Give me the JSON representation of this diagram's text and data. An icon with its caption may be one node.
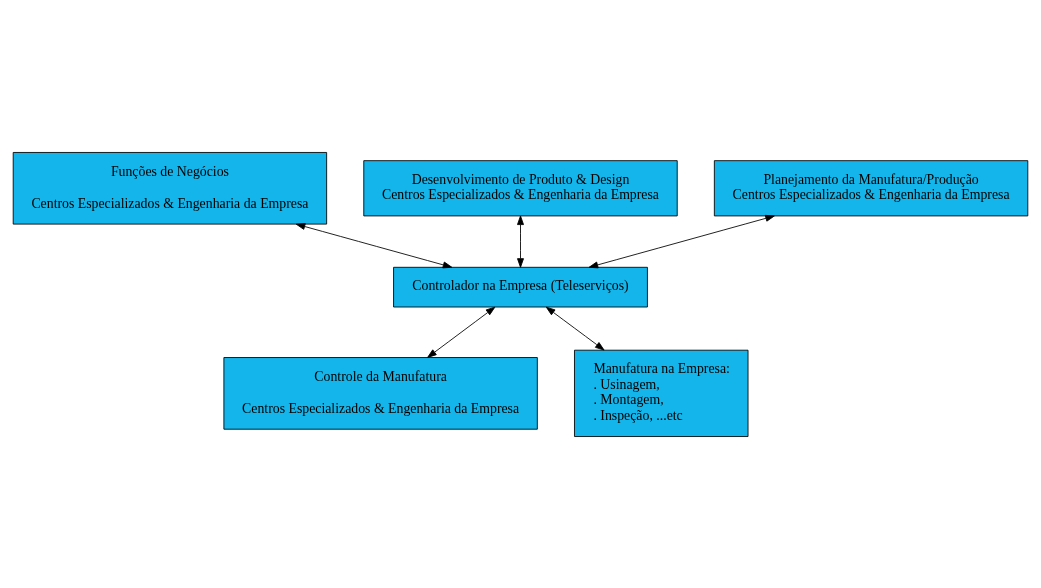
{
  "diagram": {
    "nodes": [
      {
        "text": [
          "Funções de Negócios",
          "Centros Especializados & Engenharia da Empresa"
        ]
      },
      {
        "text": [
          "Desenvolvimento de Produto & Design",
          "Centros Especializados & Engenharia da Empresa"
        ]
      },
      {
        "text": [
          "Planejamento da Manufatura/Produção",
          "Centros Especializados & Engenharia da Empresa"
        ]
      },
      {
        "text": [
          "Controlador na Empresa (Teleserviços)"
        ]
      },
      {
        "text": [
          "Controle da Manufatura",
          "Centros Especializados & Engenharia da Empresa"
        ]
      },
      {
        "text": [
          "Manufatura na Empresa:",
          ". Usinagem,",
          ". Montagem,",
          ". Inspeção, ...etc"
        ]
      }
    ],
    "edges": [
      {
        "from": 0,
        "to": 3,
        "arrow": "both"
      },
      {
        "from": 1,
        "to": 3,
        "arrow": "both"
      },
      {
        "from": 2,
        "to": 3,
        "arrow": "both"
      },
      {
        "from": 3,
        "to": 4,
        "arrow": "both"
      },
      {
        "from": 3,
        "to": 5,
        "arrow": "both"
      }
    ]
  }
}
